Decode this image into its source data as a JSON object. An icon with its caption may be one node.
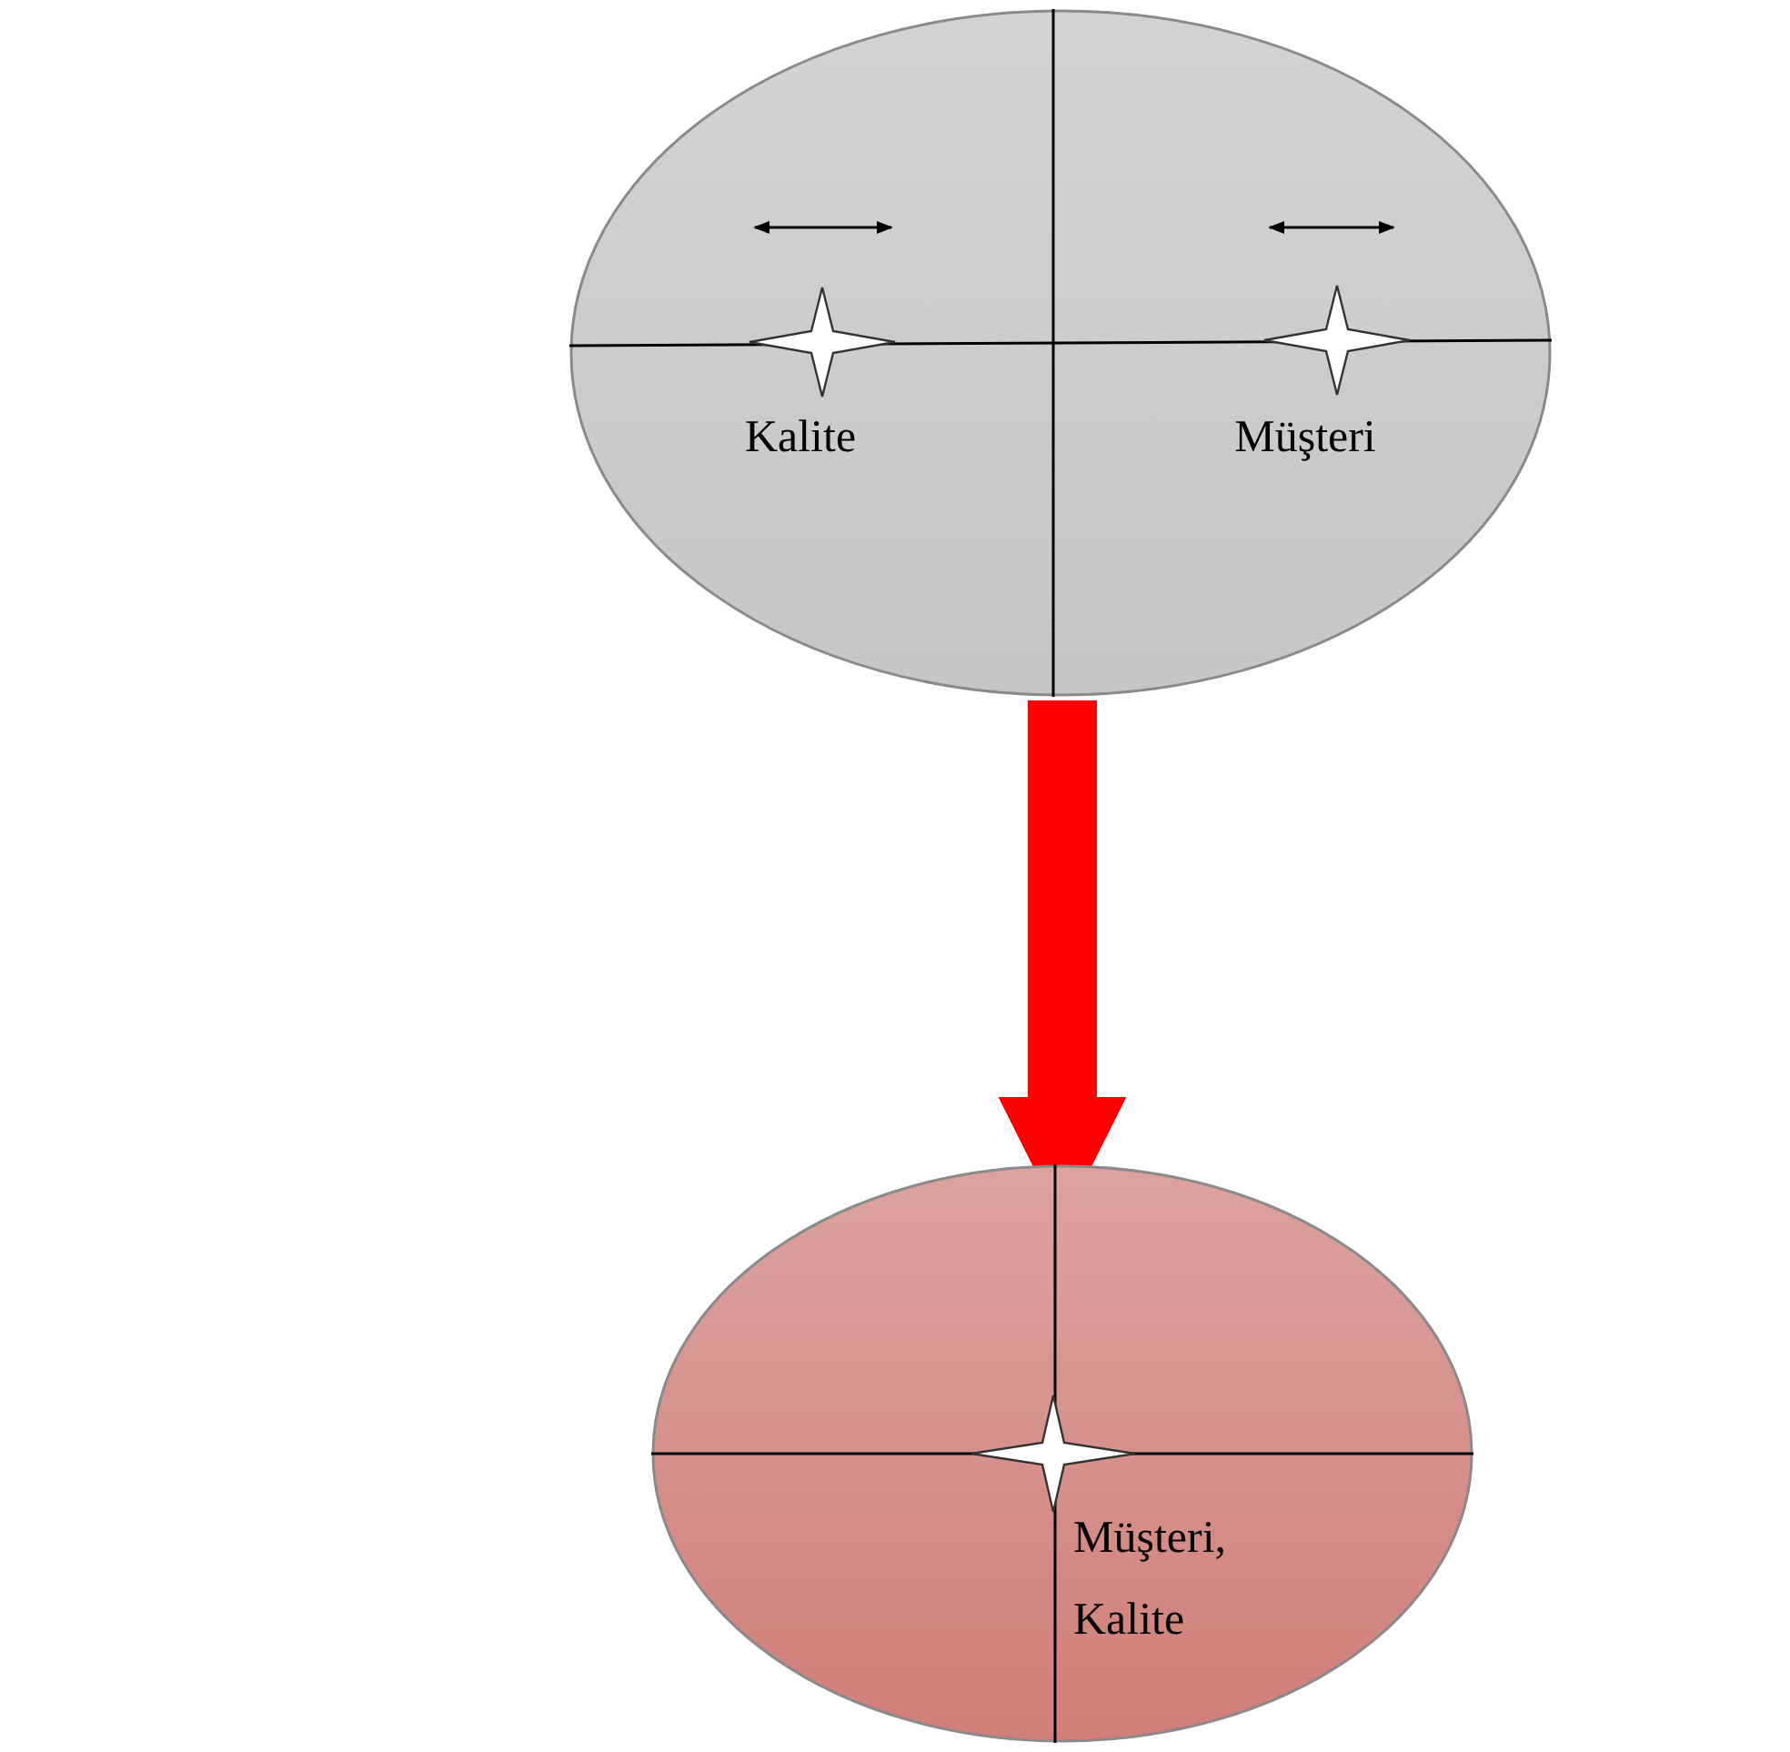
{
  "diagram": {
    "nodes": [
      {
        "text": [],
        "shape": "ellipse"
      },
      {
        "text": [],
        "shape": "star",
        "in": 0,
        "beside": [
          "Kalite"
        ]
      },
      {
        "text": [],
        "shape": "star",
        "in": 0,
        "beside": [
          "Müşteri"
        ]
      },
      {
        "text": [],
        "shape": "ellipse"
      },
      {
        "text": [],
        "shape": "star",
        "in": 3,
        "beside": [
          "Müşteri, Kalite"
        ]
      }
    ],
    "edges": [
      {
        "from": 0,
        "to": 3,
        "arrow": "to",
        "color": "#ff0000"
      }
    ]
  }
}
